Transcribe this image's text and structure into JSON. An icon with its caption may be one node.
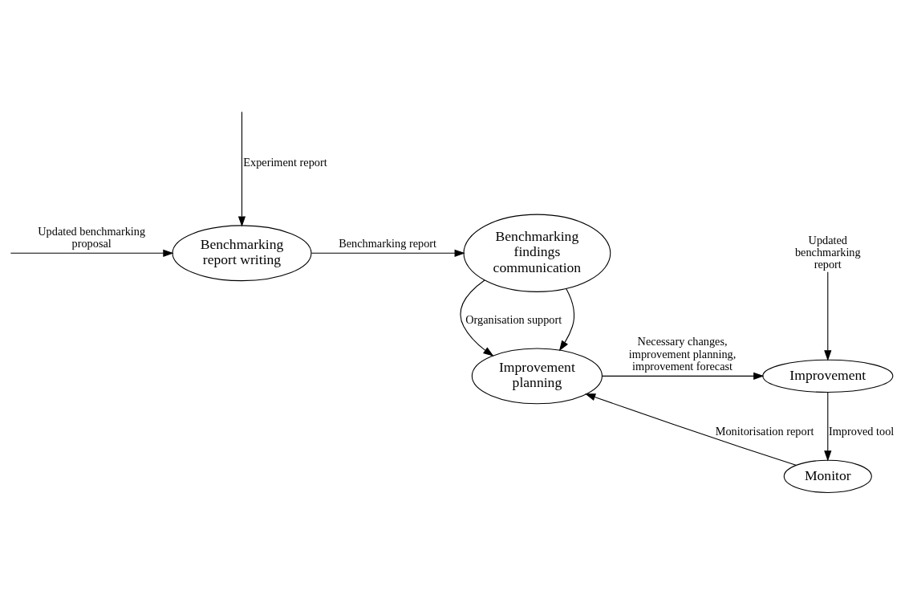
{
  "diagram": {
    "nodes": [
      {
        "text": [
          "Benchmarking report writing"
        ]
      },
      {
        "text": [
          "Benchmarking findings communication"
        ]
      },
      {
        "text": [
          "Improvement planning"
        ]
      },
      {
        "text": [
          "Improvement"
        ]
      },
      {
        "text": [
          "Monitor"
        ]
      }
    ],
    "edges": [
      {
        "from": null,
        "to": 0,
        "arrow": "to",
        "label": "Updated benchmarking proposal"
      },
      {
        "from": null,
        "to": 0,
        "arrow": "to",
        "label": "Experiment report"
      },
      {
        "from": 0,
        "to": 1,
        "arrow": "to",
        "label": "Benchmarking report"
      },
      {
        "from": 1,
        "to": 2,
        "arrow": "to",
        "label": "Organisation support"
      },
      {
        "from": 1,
        "to": 2,
        "arrow": "to"
      },
      {
        "from": null,
        "to": 3,
        "arrow": "to",
        "label": "Updated benchmarking report"
      },
      {
        "from": 2,
        "to": 3,
        "arrow": "to",
        "label": "Necessary changes, improvement planning, improvement forecast"
      },
      {
        "from": 3,
        "to": 4,
        "arrow": "to",
        "label": "Improved tool"
      },
      {
        "from": 4,
        "to": 2,
        "arrow": "to",
        "label": "Monitorisation report"
      }
    ]
  }
}
